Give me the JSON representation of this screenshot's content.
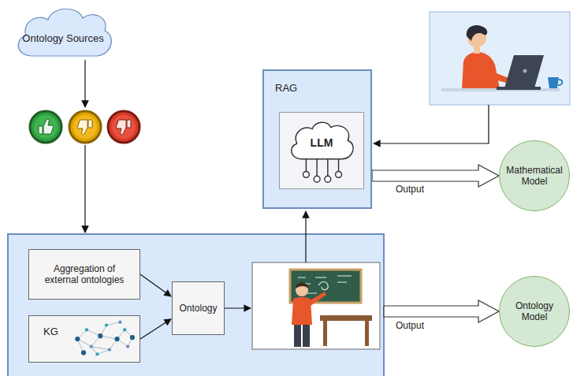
{
  "diagram": {
    "nodes": [
      {
        "text": [
          "Ontology Sources"
        ]
      },
      {
        "text": [
          "Aggregation of external ontologies"
        ]
      },
      {
        "text": [
          "KG"
        ]
      },
      {
        "text": [
          "Ontology"
        ]
      },
      {
        "text": [
          "RAG"
        ]
      },
      {
        "text": [
          "LLM"
        ],
        "in": 4
      },
      {
        "text": [
          "Mathematical Model"
        ]
      },
      {
        "text": [
          "Ontology Model"
        ]
      }
    ],
    "edges": [
      {
        "from": 1,
        "to": 3,
        "arrow": "to"
      },
      {
        "from": 2,
        "to": 3,
        "arrow": "to"
      },
      {
        "from": 4,
        "to": 6,
        "arrow": "to",
        "label": "Output"
      }
    ],
    "labels": [
      "Output"
    ]
  }
}
